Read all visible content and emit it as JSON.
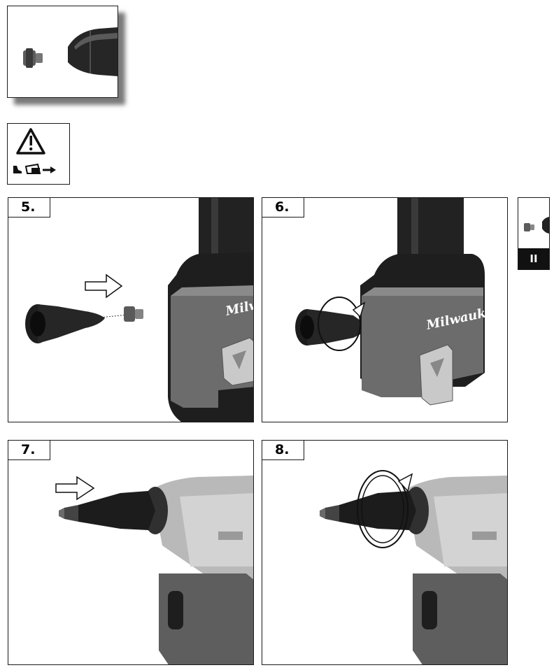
{
  "document": {
    "brand": "Milwaukee",
    "steps": [
      {
        "label": "5."
      },
      {
        "label": "6."
      },
      {
        "label": "7."
      },
      {
        "label": "8."
      }
    ],
    "side_tab": {
      "label": "II"
    },
    "icons": [
      "nosepiece-parts-illustration",
      "warning-triangle-icon",
      "disconnect-battery-icon",
      "arrow-right-icon",
      "push-arrow-icon",
      "rotate-arrow-icon"
    ]
  },
  "colors": {
    "frame": "#1a1a1a",
    "tool_body": "#6e6e6e",
    "tool_dark": "#1f1f1f",
    "tool_light": "#b9b9b9",
    "brand_red": "#b8262b"
  }
}
